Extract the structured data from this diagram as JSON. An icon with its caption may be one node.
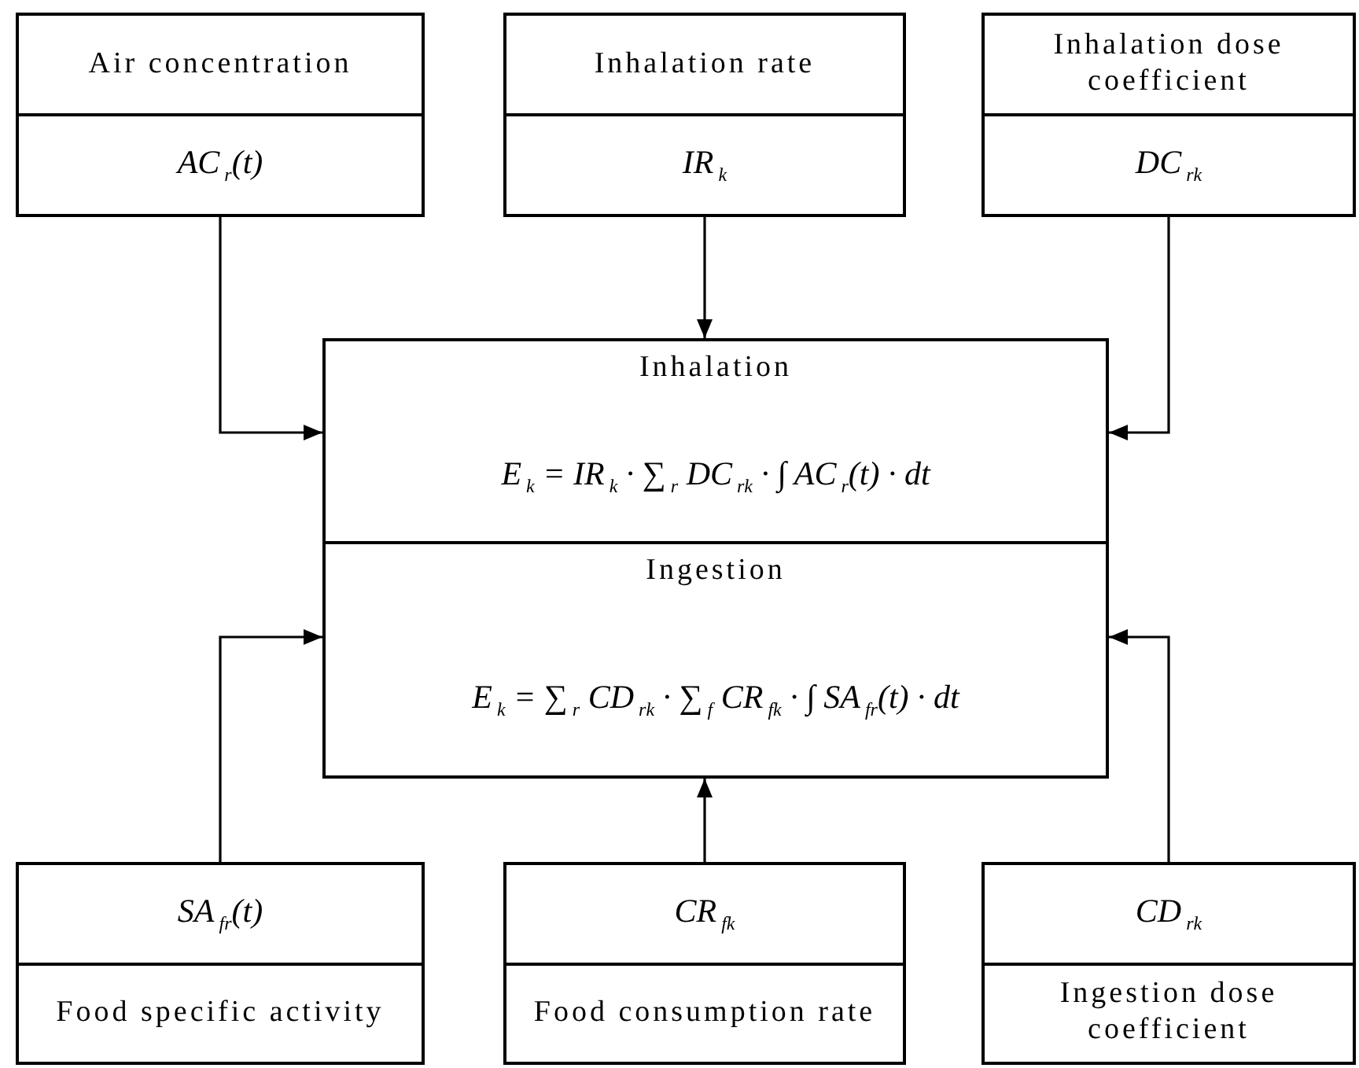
{
  "diagram": {
    "nodes": [
      {
        "text": [
          "Air concentration",
          "AC$_{r}$(t)"
        ]
      },
      {
        "text": [
          "Inhalation rate",
          "IR$_{k}$"
        ]
      },
      {
        "text": [
          "Inhalation dose coefficient",
          "DC$_{rk}$"
        ]
      },
      {
        "text": [
          "SA$_{fr}$(t)",
          "Food specific activity"
        ]
      },
      {
        "text": [
          "CR$_{fk}$",
          "Food consumption rate"
        ]
      },
      {
        "text": [
          "CD$_{rk}$",
          "Ingestion dose coefficient"
        ]
      },
      {
        "text": [
          "Inhalation",
          "E$_{k}$ = IR$_{k}$ · ∑$_{r}$ DC$_{rk}$ · ∫ AC$_{r}$(t) · dt"
        ]
      },
      {
        "text": [
          "Ingestion",
          "E$_{k}$ = ∑$_{r}$ CD$_{rk}$ · ∑$_{f}$ CR$_{fk}$ · ∫ SA$_{fr}$(t) · dt"
        ]
      }
    ],
    "edges": [
      {
        "from": 0,
        "to": 6,
        "arrow": "to"
      },
      {
        "from": 1,
        "to": 6,
        "arrow": "to"
      },
      {
        "from": 2,
        "to": 6,
        "arrow": "to"
      },
      {
        "from": 3,
        "to": 7,
        "arrow": "to"
      },
      {
        "from": 4,
        "to": 7,
        "arrow": "to"
      },
      {
        "from": 5,
        "to": 7,
        "arrow": "to"
      }
    ]
  }
}
